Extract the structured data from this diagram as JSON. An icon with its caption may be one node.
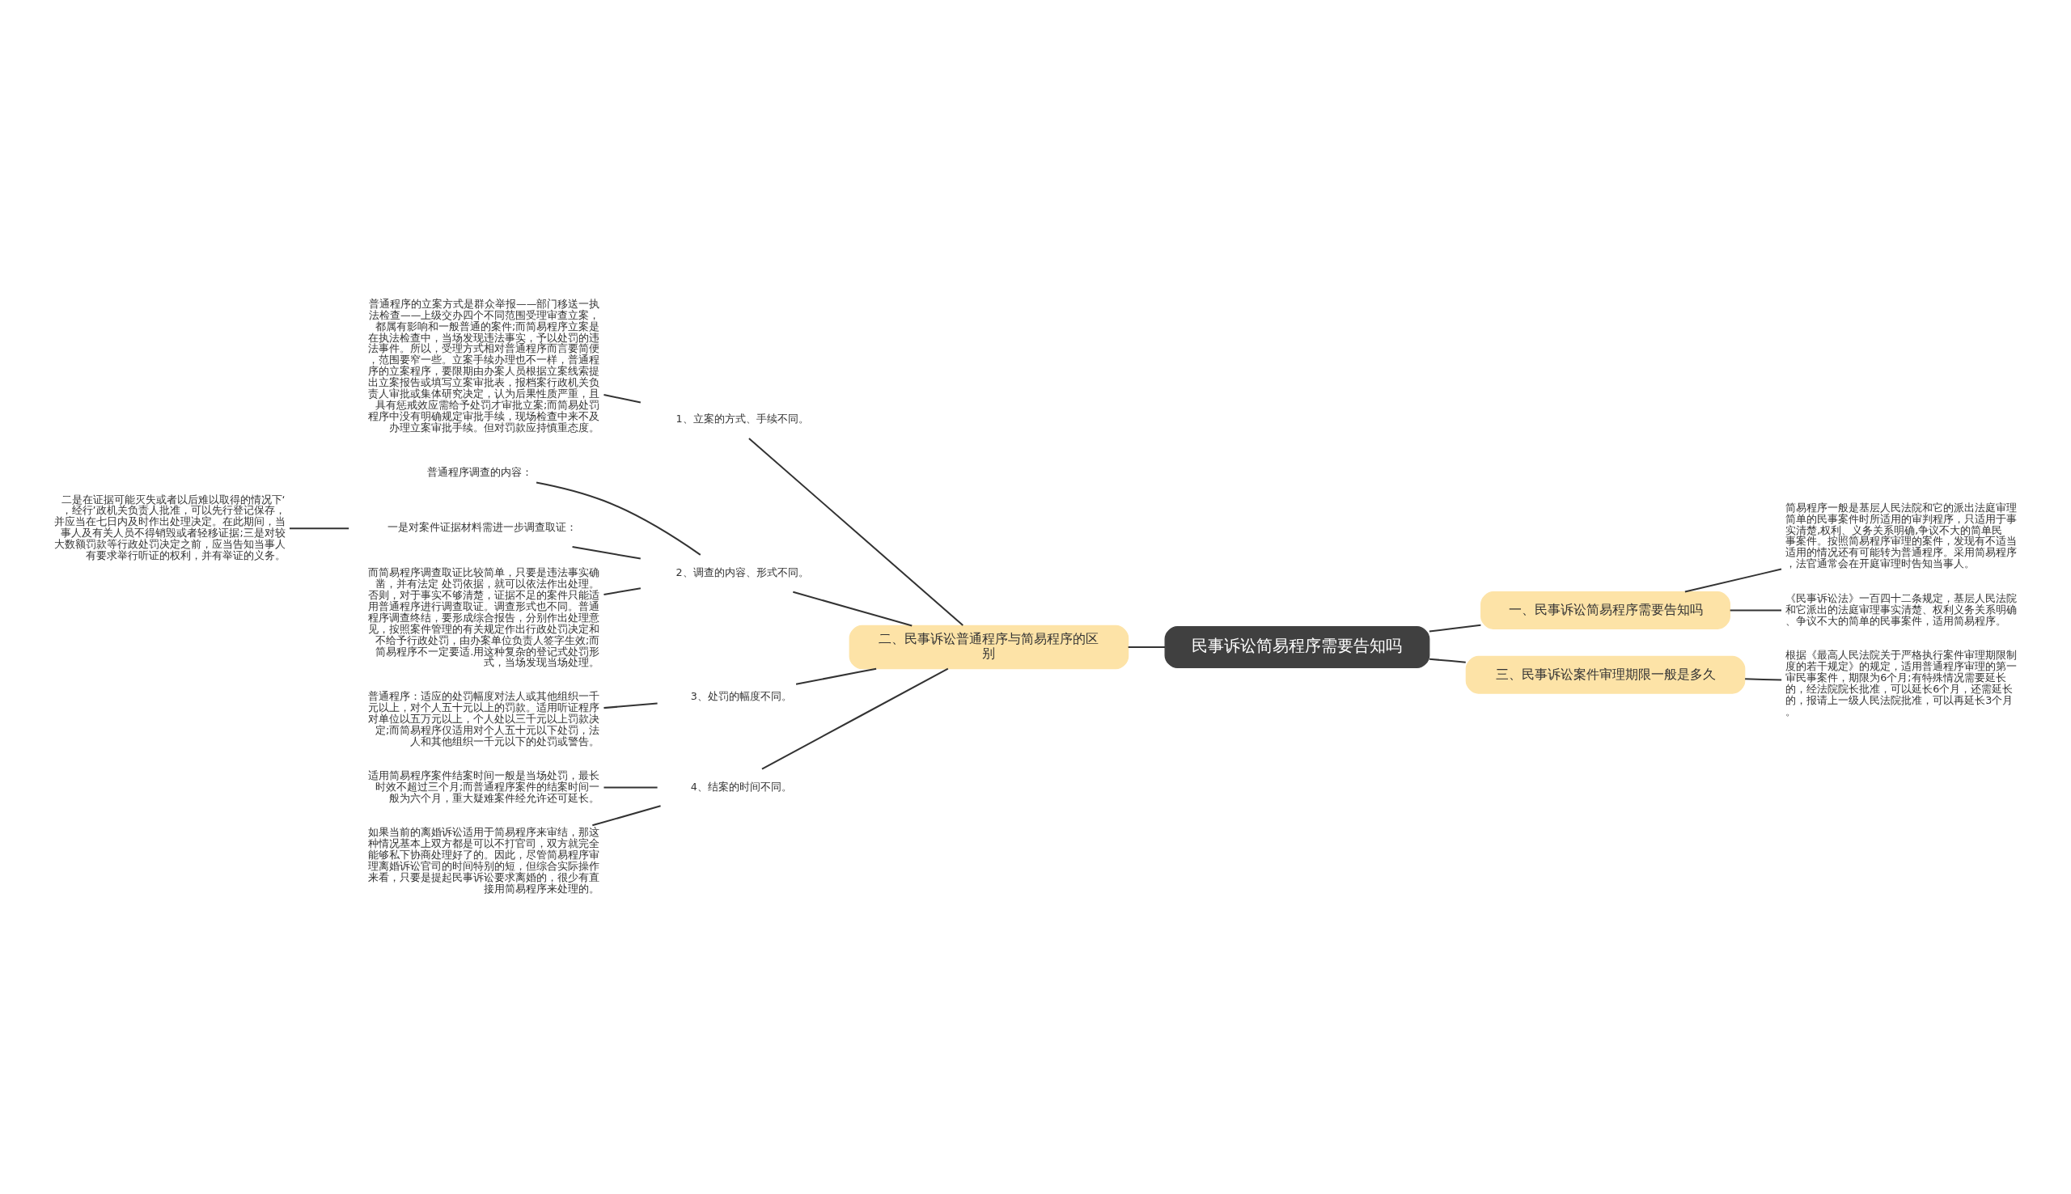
{
  "diagram": {
    "nodes": [
      {
        "text": [
          "民事诉讼简易程序需要告知吗"
        ]
      },
      {
        "text": [
          "一、民事诉讼简易程序需要告知吗"
        ]
      },
      {
        "text": [
          "简易程序一般是基层人民法院和它的派出法庭审理简单的民事案件时所适用的审判程序，只适用于事实清楚,权利、义务关系明确,争议不大的简单民事案件。按照简易程序审理的案件，发现有不适当适用的情况还有可能转为普通程序。采用简易程序，法官通常会在开庭审理时告知当事人。"
        ]
      },
      {
        "text": [
          "《民事诉讼法》一百四十二条规定，基层人民法院和它派出的法庭审理事实清楚、权利义务关系明确、争议不大的简单的民事案件，适用简易程序。"
        ]
      },
      {
        "text": [
          "三、民事诉讼案件审理期限一般是多久"
        ]
      },
      {
        "text": [
          "根据《最高人民法院关于严格执行案件审理期限制度的若干规定》的规定，适用普通程序审理的第一审民事案件，期限为6个月;有特殊情况需要延长的，经法院院长批准，可以延长6个月，还需延长的，报请上一级人民法院批准，可以再延长3个月。"
        ]
      },
      {
        "text": [
          "二、民事诉讼普通程序与简易程序的区别"
        ]
      },
      {
        "text": [
          "1、立案的方式、手续不同。"
        ]
      },
      {
        "text": [
          "普通程序的立案方式是群众举报——部门移送一执法检查——上级交办四个不同范围受理审查立案，都属有影响和一般普通的案件;而简易程序立案是在执法检查中，当场发现违法事实，予以处罚的违法事件。所以，受理方式相对普通程序而言要简便，范围要窄一些。立案手续办理也不一样，普通程序的立案程序，要限期由办案人员根据立案线索提出立案报告或填写立案审批表，报档案行政机关负责人审批或集体研究决定，认为后果性质严重，且具有惩戒效应需给予处罚才审批立案;而简易处罚程序中没有明确规定审批手续，现场检查中来不及办理立案审批手续。但对罚款应持慎重态度。"
        ]
      },
      {
        "text": [
          "2、调查的内容、形式不同。"
        ]
      },
      {
        "text": [
          "普通程序调查的内容："
        ]
      },
      {
        "text": [
          "一是对案件证据材料需进一步调查取证："
        ]
      },
      {
        "text": [
          "二是在证据可能灭失或者以后难以取得的情况下‘，经行’政机关负责人批准，可以先行登记保存，并应当在七日内及时作出处理决定。在此期间，当事人及有关人员不得销毁或者轻移证据;三是对较大数额罚款等行政处罚决定之前，应当告知当事人有要求举行听证的权利，并有举证的义务。"
        ]
      },
      {
        "text": [
          "而简易程序调查取证比较简单，只要是违法事实确凿，并有法定 处罚依据，就可以依法作出处理。否则，对于事实不够清楚，证据不足的案件只能适用普通程序进行调查取证。调查形式也不同。普通程序调查终结，要形成综合报告，分别作出处理意见，按照案件管理的有关规定作出行政处罚决定和不给予行政处罚，由办案单位负责人签字生效;而简易程序不一定要适.用这种复杂的登记式处罚形式，当场发现当场处理。"
        ]
      },
      {
        "text": [
          "3、处罚的幅度不同。"
        ]
      },
      {
        "text": [
          "普通程序：适应的处罚幅度对法人或其他组织一千元以上，对个人五十元以上的罚款。适用听证程序对单位以五万元以上，个人处以三千元以上罚款决定;而简易程序仅适用对个人五十元以下处罚，法人和其他组织一千元以下的处罚或警告。"
        ]
      },
      {
        "text": [
          "4、结案的时间不同。"
        ]
      },
      {
        "text": [
          "适用简易程序案件结案时间一般是当场处罚，最长时效不超过三个月;而普通程序案件的结案时间一般为六个月，重大疑难案件经允许还可延长。"
        ]
      },
      {
        "text": [
          "如果当前的离婚诉讼适用于简易程序来审结，那这种情况基本上双方都是可以不打官司，双方就完全能够私下协商处理好了的。因此，尽管简易程序审理离婚诉讼官司的时间特别的短，但综合实际操作来看，只要是提起民事诉讼要求离婚的，很少有直接用简易程序来处理的。"
        ]
      }
    ],
    "edges": [
      {
        "from": 0,
        "to": 1,
        "arrow": "none"
      },
      {
        "from": 1,
        "to": 2,
        "arrow": "none"
      },
      {
        "from": 1,
        "to": 3,
        "arrow": "none"
      },
      {
        "from": 0,
        "to": 4,
        "arrow": "none"
      },
      {
        "from": 4,
        "to": 5,
        "arrow": "none"
      },
      {
        "from": 0,
        "to": 6,
        "arrow": "none"
      },
      {
        "from": 6,
        "to": 7,
        "arrow": "none"
      },
      {
        "from": 7,
        "to": 8,
        "arrow": "none"
      },
      {
        "from": 6,
        "to": 9,
        "arrow": "none"
      },
      {
        "from": 9,
        "to": 10,
        "arrow": "none"
      },
      {
        "from": 9,
        "to": 11,
        "arrow": "none"
      },
      {
        "from": 11,
        "to": 12,
        "arrow": "none"
      },
      {
        "from": 9,
        "to": 13,
        "arrow": "none"
      },
      {
        "from": 6,
        "to": 14,
        "arrow": "none"
      },
      {
        "from": 14,
        "to": 15,
        "arrow": "none"
      },
      {
        "from": 6,
        "to": 16,
        "arrow": "none"
      },
      {
        "from": 16,
        "to": 17,
        "arrow": "none"
      },
      {
        "from": 16,
        "to": 18,
        "arrow": "none"
      }
    ]
  }
}
